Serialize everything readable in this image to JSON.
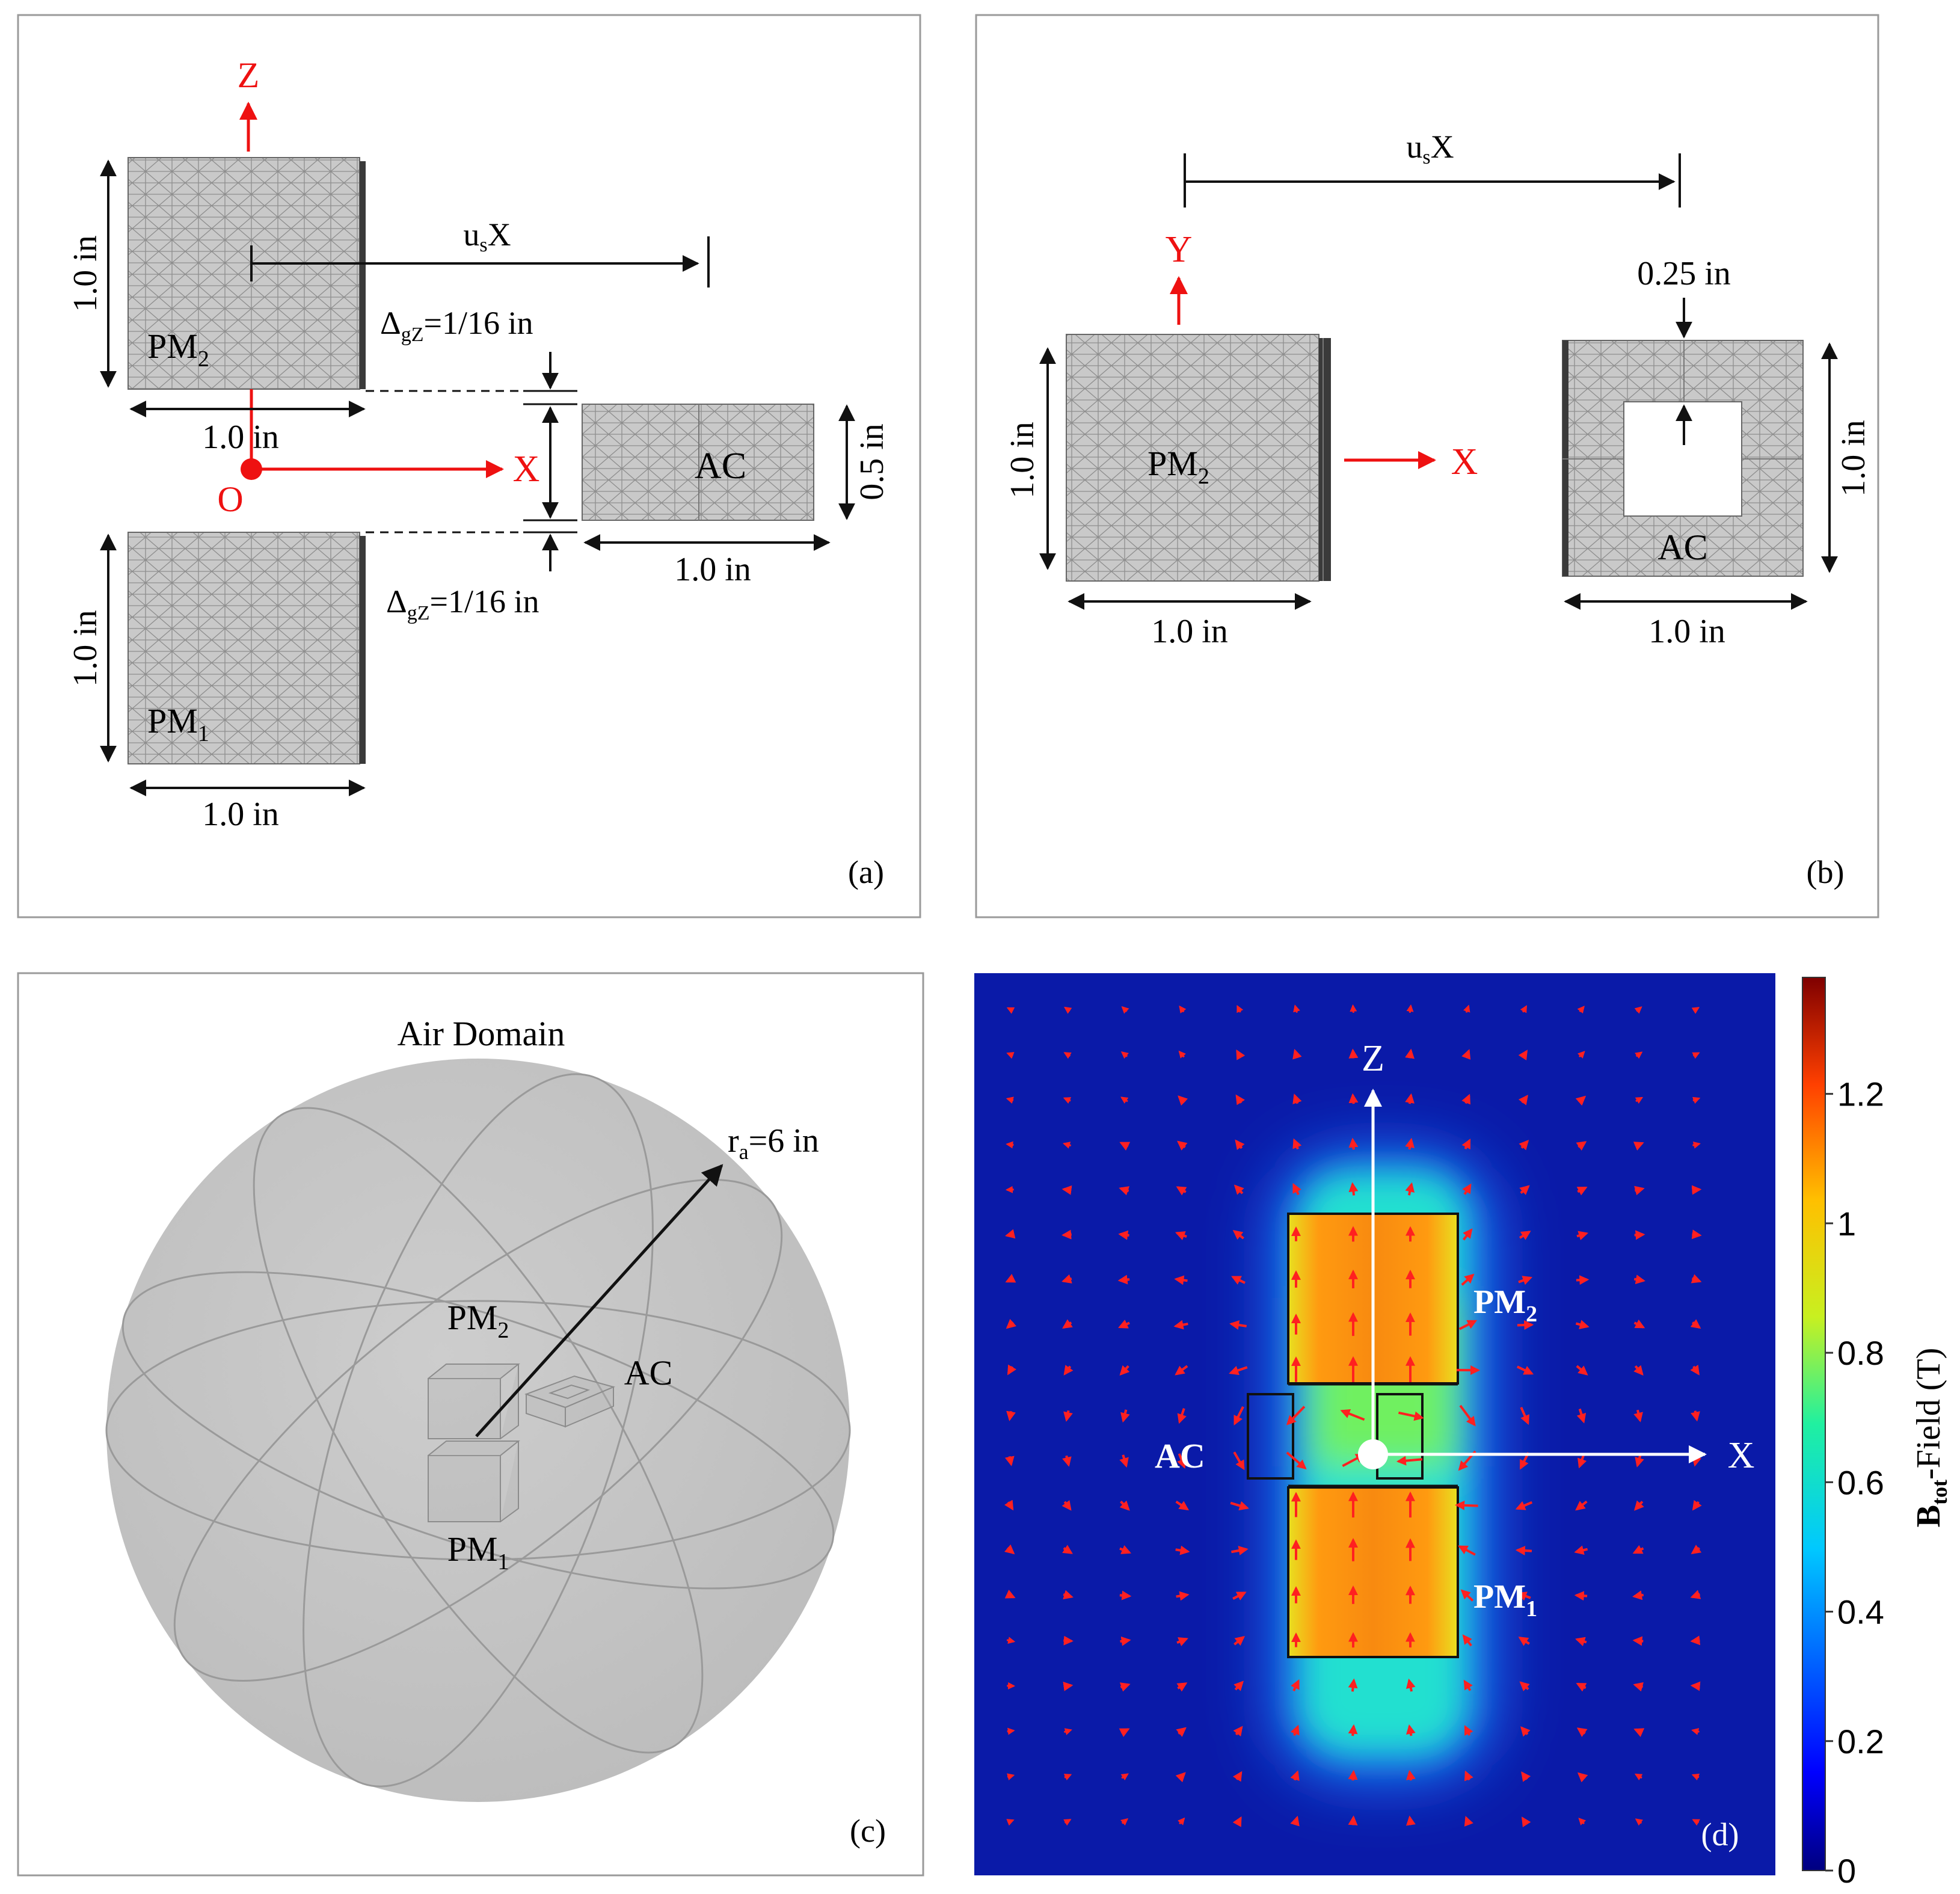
{
  "colors": {
    "axis_red": "#ee1111",
    "mesh_fill": "#c8c8c8",
    "mesh_line": "#8a8a8a",
    "sphere_fill": "#c4c4c4",
    "field_background": "#0a1aa8",
    "white": "#ffffff",
    "black": "#111111"
  },
  "panel_a": {
    "label": "(a)",
    "axis_z": "Z",
    "axis_x": "X",
    "origin": "O",
    "pm2": {
      "base": "PM",
      "sub": "2"
    },
    "pm1": {
      "base": "PM",
      "sub": "1"
    },
    "ac": "AC",
    "usx": {
      "base": "u",
      "sub": "s",
      "tail": "X"
    },
    "gap_top": {
      "delta": "Δ",
      "sub": "gZ",
      "tail": "=1/16 in"
    },
    "gap_bottom": {
      "delta": "Δ",
      "sub": "gZ",
      "tail": "=1/16 in"
    },
    "dim_pm2_height": "1.0 in",
    "dim_pm2_width": "1.0 in",
    "dim_pm1_height": "1.0 in",
    "dim_pm1_width": "1.0 in",
    "dim_ac_width": "1.0 in",
    "dim_ac_height": "0.5 in"
  },
  "panel_b": {
    "label": "(b)",
    "axis_y": "Y",
    "axis_x": "X",
    "pm2": {
      "base": "PM",
      "sub": "2"
    },
    "ac": "AC",
    "usx": {
      "base": "u",
      "sub": "s",
      "tail": "X"
    },
    "dim_thickness": "0.25 in",
    "dim_pm_height": "1.0 in",
    "dim_pm_width": "1.0 in",
    "dim_ac_height": "1.0 in",
    "dim_ac_width": "1.0 in"
  },
  "panel_c": {
    "label": "(c)",
    "air_domain": "Air Domain",
    "radius": {
      "base": "r",
      "sub": "a",
      "tail": "=6 in"
    },
    "pm2": {
      "base": "PM",
      "sub": "2"
    },
    "pm1": {
      "base": "PM",
      "sub": "1"
    },
    "ac": "AC"
  },
  "panel_d": {
    "label": "(d)",
    "axis_z": "Z",
    "axis_x": "X",
    "pm2": {
      "base": "PM",
      "sub": "2"
    },
    "pm1": {
      "base": "PM",
      "sub": "1"
    },
    "ac": "AC",
    "colorbar": {
      "title": {
        "base": "B",
        "sub": "tot",
        "tail": "-Field (T)"
      },
      "ticks": [
        "0",
        "0.2",
        "0.4",
        "0.6",
        "0.8",
        "1",
        "1.2"
      ],
      "max_value": 1.38
    }
  }
}
